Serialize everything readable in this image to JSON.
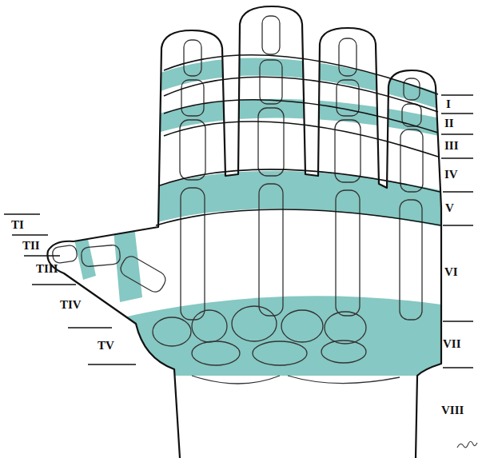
{
  "diagram": {
    "labels": [
      "I",
      "II",
      "III",
      "IV",
      "V",
      "VI",
      "VII",
      "VIII",
      "TI",
      "TII",
      "TIII",
      "TIV",
      "TV"
    ]
  }
}
